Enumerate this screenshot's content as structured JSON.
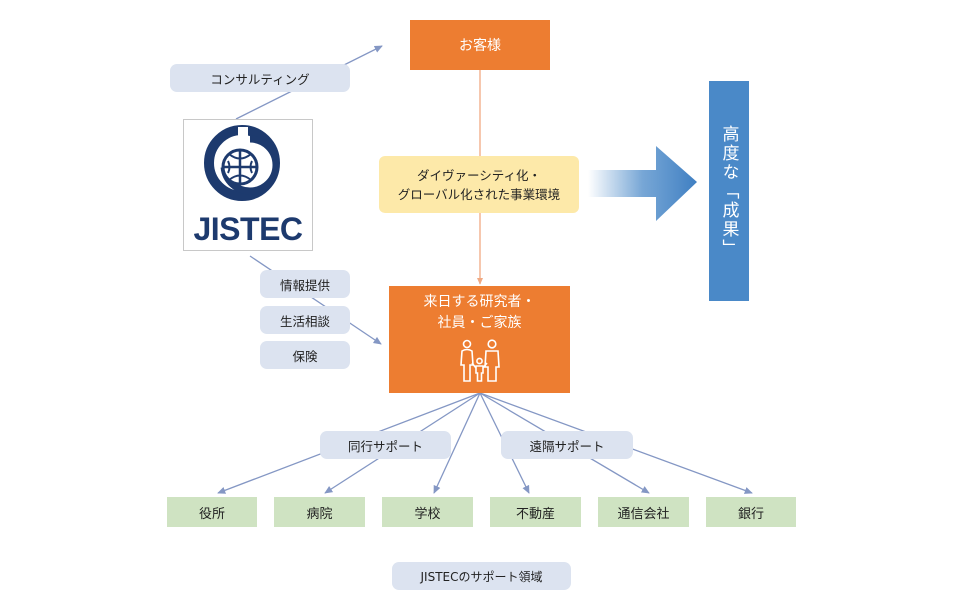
{
  "diagram": {
    "customer": "お客様",
    "consulting": "コンサルティング",
    "logo_text": "JISTEC",
    "environment": [
      "ダイヴァーシティ化・",
      "グローバル化された事業環境"
    ],
    "result": "高度な「成果」",
    "researchers": [
      "来日する研究者・",
      "社員・ご家族"
    ],
    "services": [
      "情報提供",
      "生活相談",
      "保険"
    ],
    "accompany_support": "同行サポート",
    "remote_support": "遠隔サポート",
    "destinations": [
      "役所",
      "病院",
      "学校",
      "不動産",
      "通信会社",
      "銀行"
    ],
    "caption": "JISTECのサポート領域",
    "colors": {
      "orange": "#ed7d31",
      "yellow": "#fde9a9",
      "blue": "#4a89c8",
      "pill": "#dce3f0",
      "green": "#cfe3c2",
      "line": "#8497c4"
    }
  }
}
